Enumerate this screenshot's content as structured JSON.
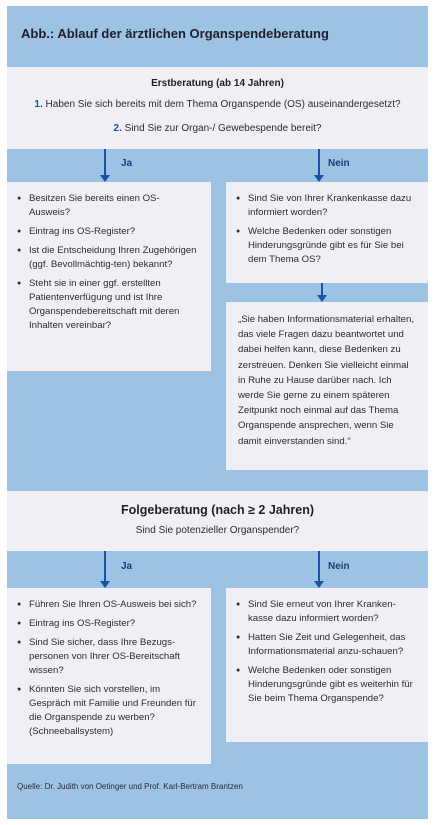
{
  "title": "Abb.: Ablauf der ärztlichen Organspendeberatung",
  "erstberatung": {
    "heading": "Erstberatung (ab 14 Jahren)",
    "questions": [
      {
        "num": "1.",
        "text": "Haben Sie sich bereits mit dem Thema Organspende (OS) auseinandergesetzt?"
      },
      {
        "num": "2.",
        "text": "Sind Sie zur Organ-/ Gewebespende bereit?"
      }
    ],
    "ja_label": "Ja",
    "nein_label": "Nein",
    "ja_items": [
      "Besitzen Sie bereits einen OS-Ausweis?",
      "Eintrag ins OS-Register?",
      "Ist die Entscheidung Ihren Zugehörigen (ggf. Bevollmächtig-ten) bekannt?",
      "Steht sie in einer ggf. erstellten Patientenverfügung und ist Ihre Organspendebereitschaft mit deren Inhalten vereinbar?"
    ],
    "nein_items": [
      "Sind Sie von Ihrer Krankenkasse dazu informiert worden?",
      "Welche Bedenken oder sonstigen Hinderungsgründe gibt es für Sie bei dem Thema OS?"
    ],
    "quote": "„Sie haben Informationsmaterial erhalten, das viele Fragen dazu beantwortet und dabei helfen kann, diese Bedenken zu zerstreuen. Denken Sie vielleicht einmal in Ruhe zu Hause darüber nach. Ich werde Sie gerne zu einem späteren Zeitpunkt noch einmal auf das Thema Organspende  ansprechen, wenn Sie damit einverstanden sind.“"
  },
  "folgeberatung": {
    "heading": "Folgeberatung (nach ≥ 2 Jahren)",
    "question": "Sind Sie potenzieller Organspender?",
    "ja_label": "Ja",
    "nein_label": "Nein",
    "ja_items": [
      "Führen Sie Ihren OS-Ausweis bei sich?",
      "Eintrag ins OS-Register?",
      "Sind Sie sicher, dass Ihre Bezugs-personen von Ihrer OS-Bereitschaft wissen?",
      "Könnten Sie sich vorstellen, im Gespräch mit Familie und Freunden für die Organspende zu werben? (Schneeballsystem)"
    ],
    "nein_items": [
      "Sind Sie erneut von Ihrer Kranken-kasse dazu informiert worden?",
      "Hatten Sie Zeit und Gelegenheit, das Informationsmaterial anzu-schauen?",
      "Welche Bedenken oder sonstigen Hinderungsgründe gibt es weiterhin für Sie beim Thema Organspende?"
    ]
  },
  "source": "Quelle: Dr. Judith von Oetinger und Prof. Karl-Bertram Brantzen",
  "colors": {
    "frame": "#9dc3e4",
    "panel": "#efeff5",
    "accent": "#1b52a3"
  }
}
